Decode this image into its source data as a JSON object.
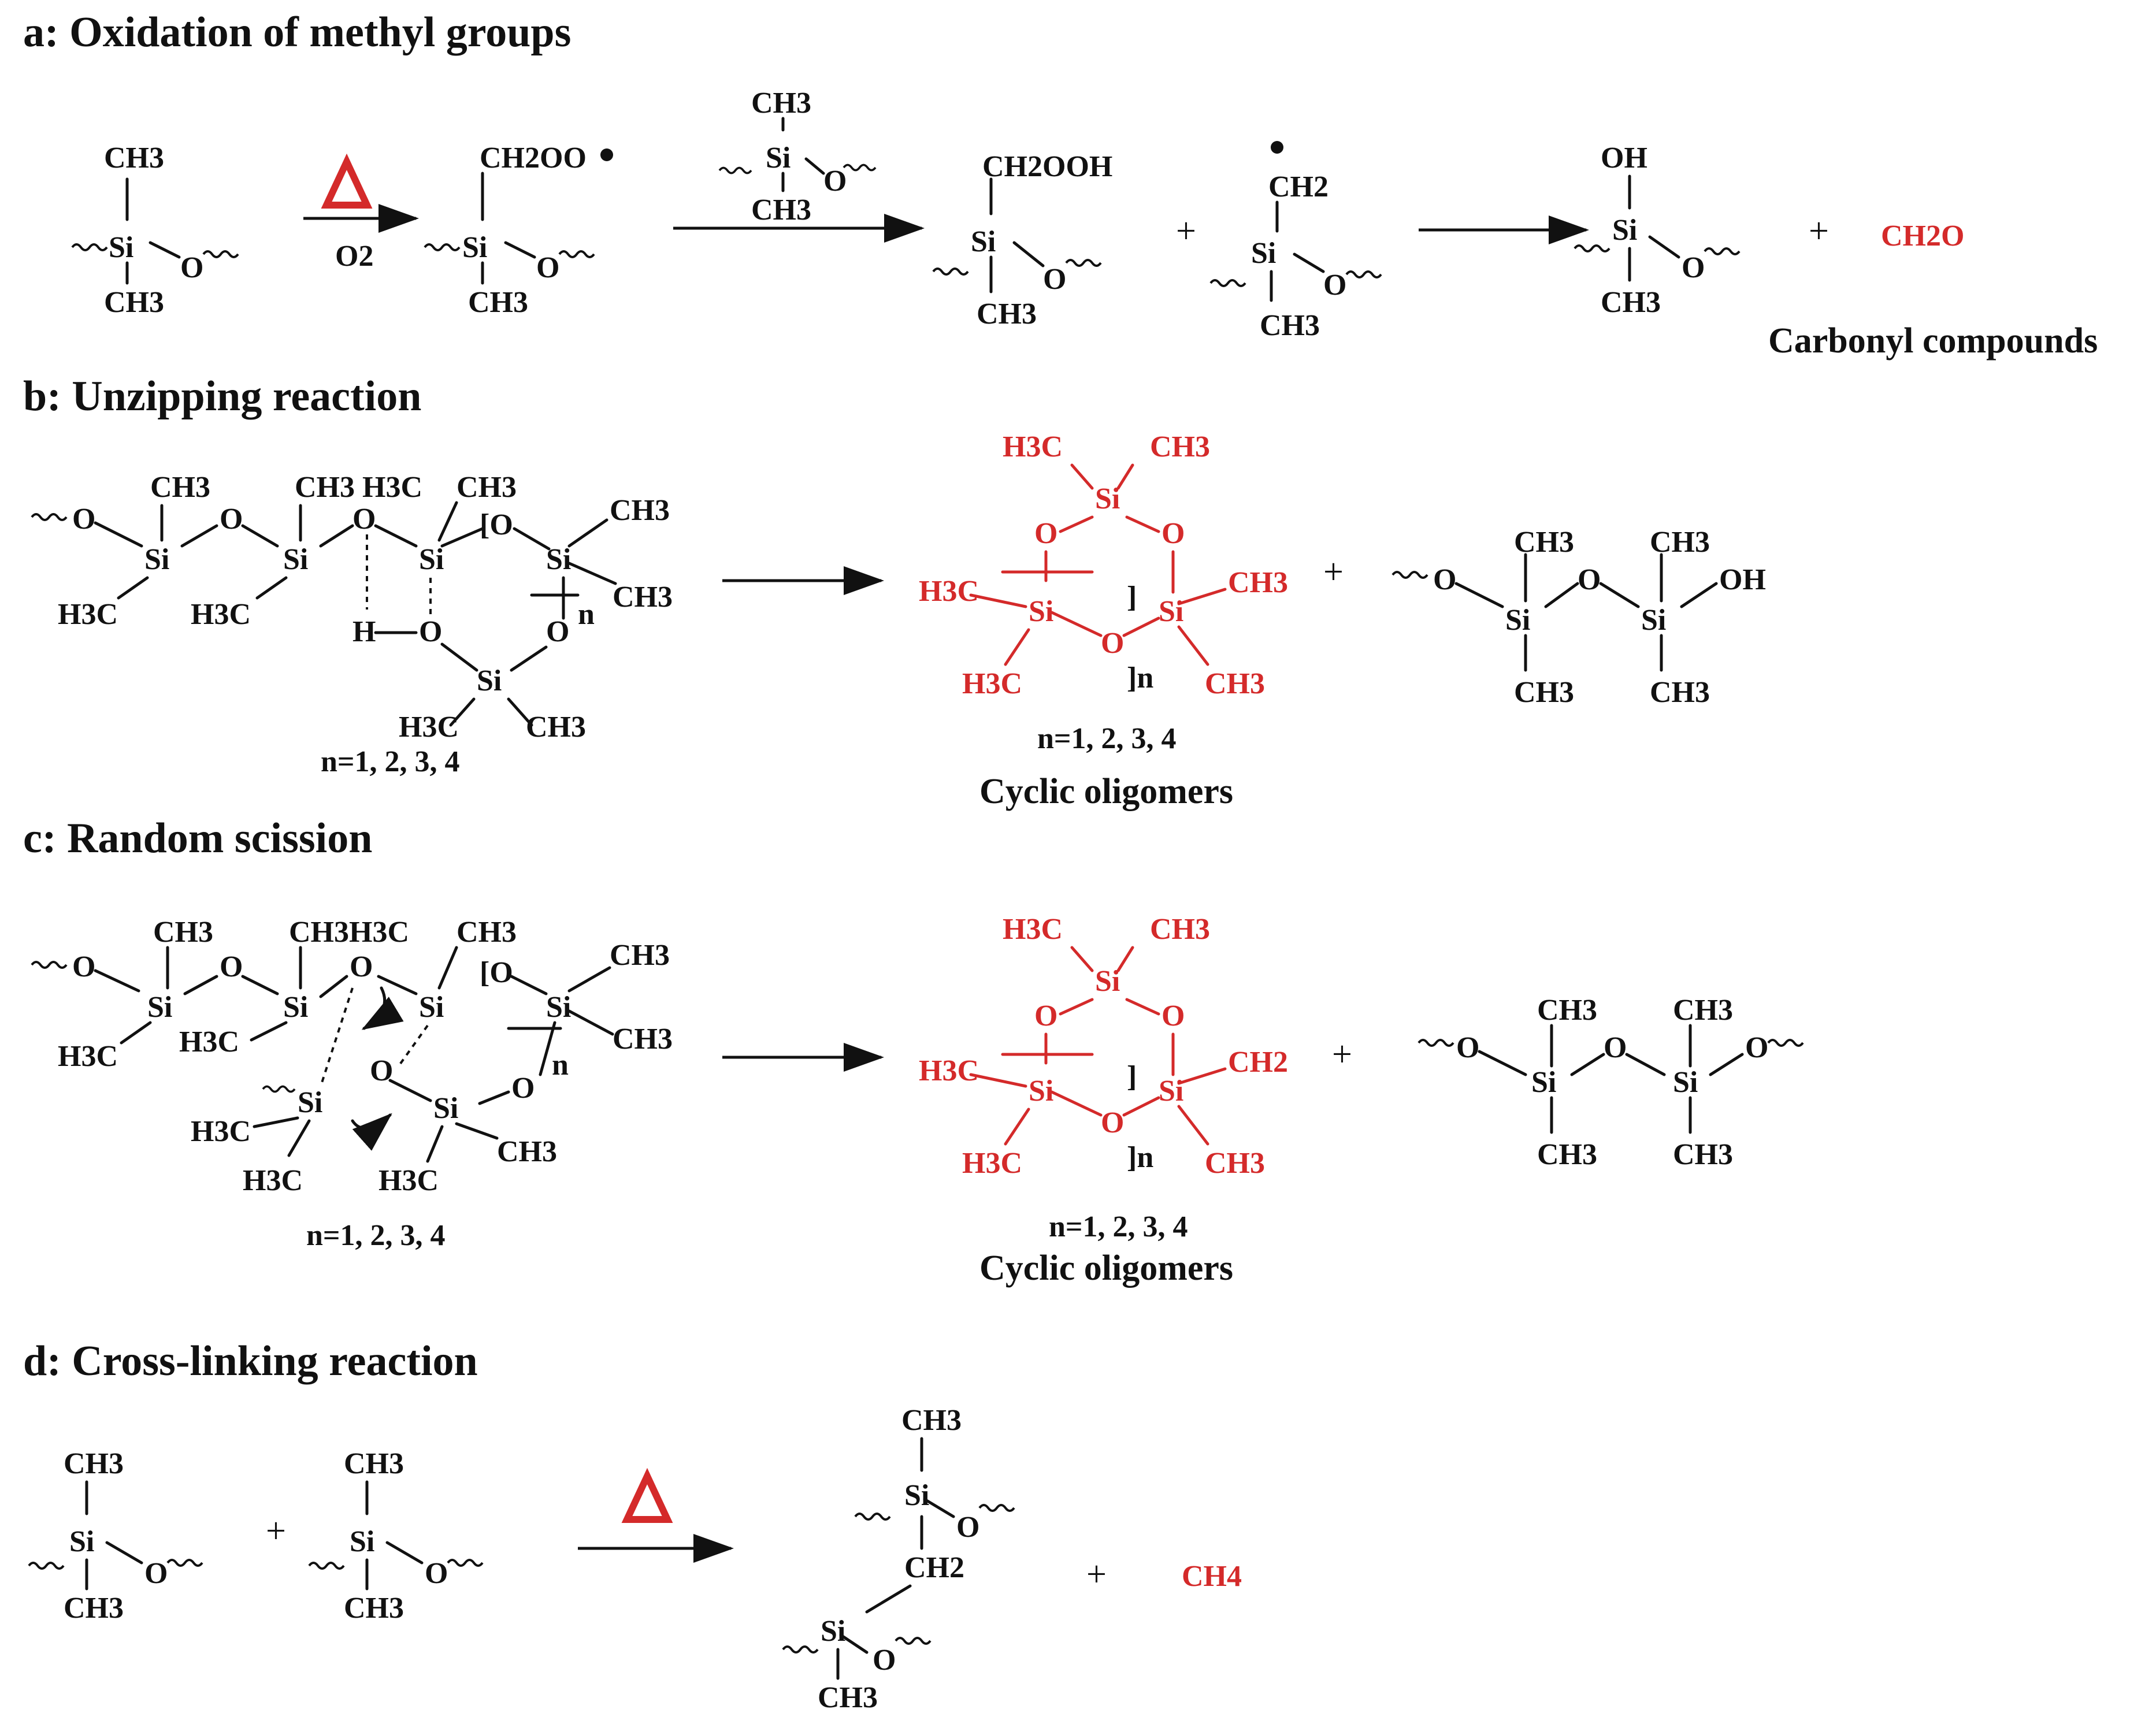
{
  "sections": {
    "a": {
      "title": "a: Oxidation of methyl groups",
      "condition": "O2",
      "product_note": "Carbonyl compounds",
      "byproduct": "CH2O"
    },
    "b": {
      "title": "b: Unzipping reaction",
      "n_values": "n=1, 2, 3, 4",
      "product_label": "Cyclic oligomers",
      "n_values_product": "n=1, 2, 3, 4"
    },
    "c": {
      "title": "c: Random scission",
      "n_values": "n=1, 2, 3, 4",
      "product_label": "Cyclic oligomers",
      "n_values_product": "n=1, 2, 3, 4"
    },
    "d": {
      "title": "d: Cross-linking reaction",
      "byproduct": "CH4"
    }
  },
  "plus_sign": "+",
  "colors": {
    "highlight": "#d42a2a",
    "ink": "#111111"
  },
  "icons": {
    "heat": "heat-triangle-icon"
  }
}
